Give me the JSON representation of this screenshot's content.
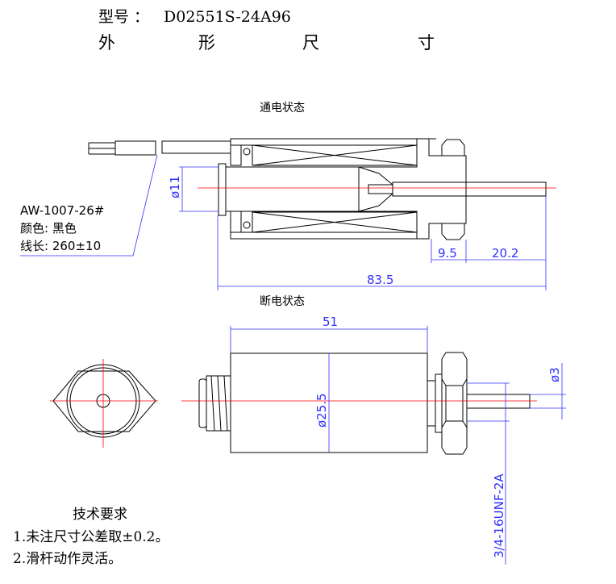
{
  "header": {
    "model_label": "型号 ：",
    "model": "D02551S-24A96",
    "title_chars": [
      "外",
      "形",
      "尺",
      "寸"
    ]
  },
  "views": {
    "energized": "通电状态",
    "deenergized": "断电状态"
  },
  "wire": {
    "spec": "AW-1007-26#",
    "color": "颜色: 黑色",
    "length": "线长: 260±10"
  },
  "dims": {
    "plunger_dia": "ø11",
    "d_9_5": "9.5",
    "d_20_2": "20.2",
    "total": "83.5",
    "body_len": "51",
    "body_dia": "ø25.5",
    "shaft_dia": "ø3",
    "thread": "3/4-16UNF-2A"
  },
  "notes": {
    "title": "技术要求",
    "items": [
      "1.未注尺寸公差取±0.2。",
      "2.滑杆动作灵活。"
    ]
  },
  "colors": {
    "dimension": "#3030ff",
    "centerline": "#ff0000"
  }
}
